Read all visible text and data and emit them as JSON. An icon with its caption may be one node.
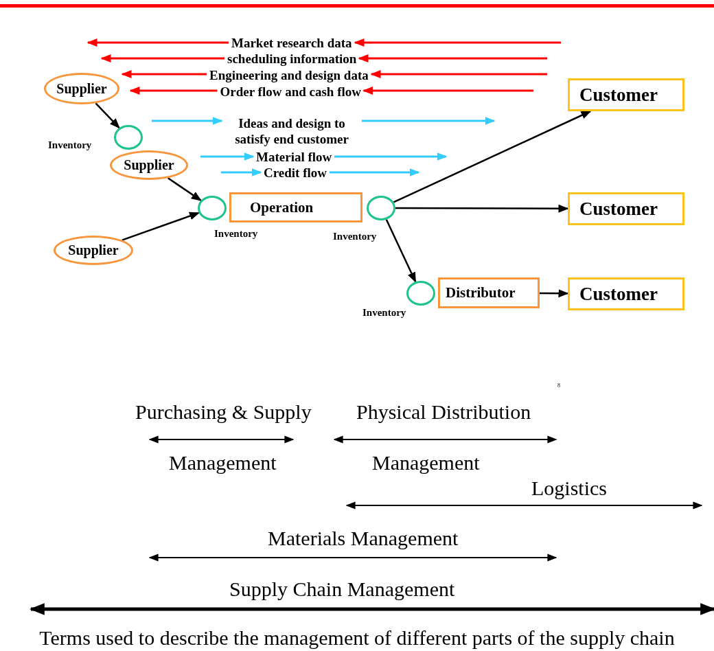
{
  "diagram": {
    "caption": "Terms used to describe the management of different parts of the supply chain",
    "nodes": [
      {
        "text": [
          "Supplier"
        ]
      },
      {
        "text": [],
        "shape": "circle",
        "beside": [
          "Inventory"
        ]
      },
      {
        "text": [
          "Supplier"
        ]
      },
      {
        "text": [],
        "shape": "circle",
        "beside": [
          "Inventory"
        ]
      },
      {
        "text": [
          "Operation"
        ]
      },
      {
        "text": [],
        "shape": "circle",
        "beside": [
          "Inventory"
        ]
      },
      {
        "text": [
          "Supplier"
        ]
      },
      {
        "text": [
          "Customer"
        ]
      },
      {
        "text": [
          "Customer"
        ]
      },
      {
        "text": [],
        "shape": "circle",
        "beside": [
          "Inventory"
        ]
      },
      {
        "text": [
          "Distributor"
        ]
      },
      {
        "text": [
          "Customer"
        ]
      },
      {
        "text": [
          "Market research data"
        ]
      },
      {
        "text": [
          "scheduling information"
        ]
      },
      {
        "text": [
          "Engineering and design data"
        ]
      },
      {
        "text": [
          "Order flow and cash flow"
        ]
      },
      {
        "text": [
          "Ideas and design to satisfy end customer"
        ]
      },
      {
        "text": [
          "Material flow"
        ]
      },
      {
        "text": [
          "Credit flow"
        ]
      }
    ],
    "edges": [
      {
        "from": 12,
        "to": null,
        "arrow": "to",
        "color": "#ff0000"
      },
      {
        "from": null,
        "to": 12,
        "arrow": "to",
        "color": "#ff0000"
      },
      {
        "from": 13,
        "to": 0,
        "arrow": "to",
        "color": "#ff0000"
      },
      {
        "from": null,
        "to": 13,
        "arrow": "to",
        "color": "#ff0000"
      },
      {
        "from": 14,
        "to": 0,
        "arrow": "to",
        "color": "#ff0000"
      },
      {
        "from": null,
        "to": 14,
        "arrow": "to",
        "color": "#ff0000"
      },
      {
        "from": 15,
        "to": 0,
        "arrow": "to",
        "color": "#ff0000"
      },
      {
        "from": null,
        "to": 15,
        "arrow": "to",
        "color": "#ff0000"
      },
      {
        "from": null,
        "to": 16,
        "arrow": "to",
        "color": "#33ccff"
      },
      {
        "from": 16,
        "to": null,
        "arrow": "to",
        "color": "#33ccff"
      },
      {
        "from": null,
        "to": 17,
        "arrow": "to",
        "color": "#33ccff"
      },
      {
        "from": 17,
        "to": null,
        "arrow": "to",
        "color": "#33ccff"
      },
      {
        "from": null,
        "to": 18,
        "arrow": "to",
        "color": "#33ccff"
      },
      {
        "from": 18,
        "to": null,
        "arrow": "to",
        "color": "#33ccff"
      },
      {
        "from": 0,
        "to": 1,
        "arrow": "to",
        "color": "#000000"
      },
      {
        "from": 2,
        "to": 3,
        "arrow": "to",
        "color": "#000000"
      },
      {
        "from": 6,
        "to": 3,
        "arrow": "to",
        "color": "#000000"
      },
      {
        "from": 5,
        "to": 7,
        "arrow": "to",
        "color": "#000000"
      },
      {
        "from": 5,
        "to": 8,
        "arrow": "to",
        "color": "#000000"
      },
      {
        "from": 5,
        "to": 9,
        "arrow": "to",
        "color": "#000000"
      },
      {
        "from": 10,
        "to": 11,
        "arrow": "to",
        "color": "#000000"
      }
    ],
    "labels": [
      "8",
      "Purchasing & Supply",
      "Physical Distribution",
      "Management",
      "Management",
      "Logistics",
      "Materials Management",
      "Supply Chain Management"
    ]
  }
}
